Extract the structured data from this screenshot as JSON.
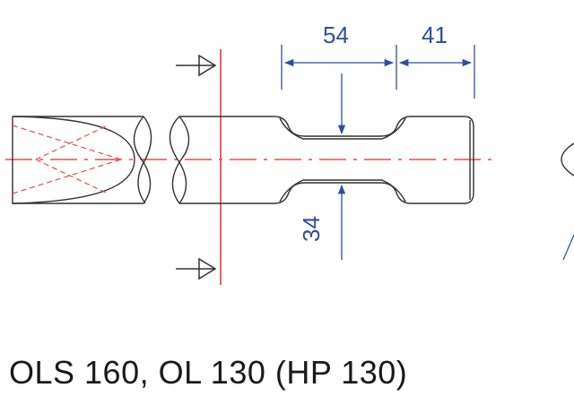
{
  "dimensions": {
    "dim_54": "54",
    "dim_41": "41",
    "dim_34": "34"
  },
  "caption": "OLS 160, OL 130 (HP 130)",
  "colors": {
    "outline": "#333333",
    "center_line": "#e05050",
    "dimension": "#2f4f9a"
  }
}
